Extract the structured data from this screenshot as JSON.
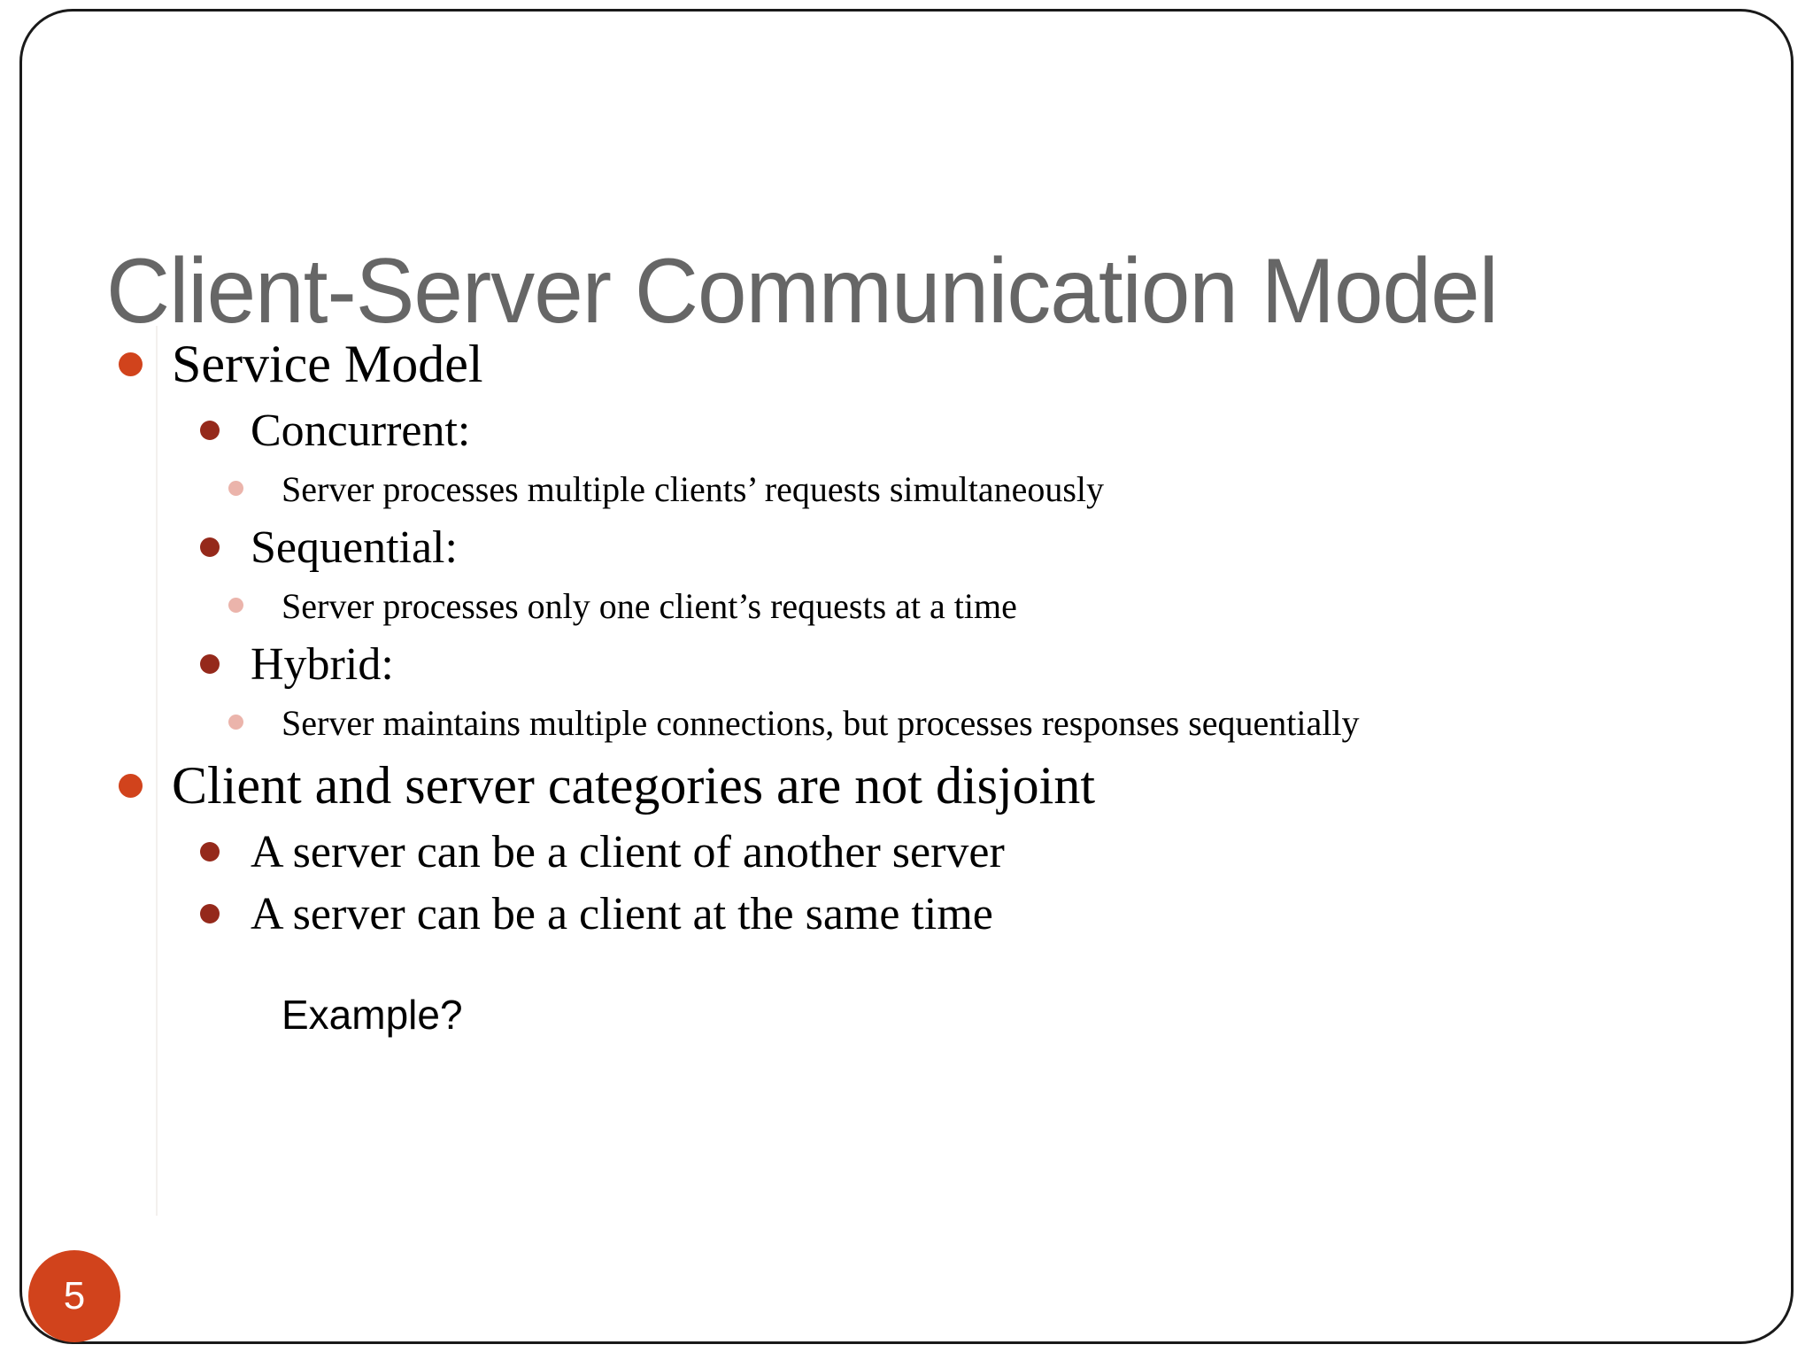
{
  "slide": {
    "title": "Client-Server Communication Model",
    "page_number": "5",
    "title_color": "#666666",
    "bullet_level1_color": "#D1431C",
    "bullet_level2_color": "#95291B",
    "bullet_level3_color": "#EBB4AB",
    "badge_color": "#D1431C",
    "body_text_color": "#000000"
  },
  "content": [
    {
      "level": 1,
      "text": "Service Model"
    },
    {
      "level": 2,
      "text": "Concurrent:"
    },
    {
      "level": 3,
      "text": "Server processes multiple clients’ requests simultaneously"
    },
    {
      "level": 2,
      "text": "Sequential:"
    },
    {
      "level": 3,
      "text": "Server processes only one client’s requests at a time"
    },
    {
      "level": 2,
      "text": "Hybrid:"
    },
    {
      "level": 3,
      "text": "Server maintains multiple connections, but processes responses sequentially"
    },
    {
      "level": 1,
      "text": "Client and server categories are not disjoint"
    },
    {
      "level": 2,
      "text": "A server can be a client of another server"
    },
    {
      "level": 2,
      "text": "A server can be a client at the same time"
    },
    {
      "level": 0,
      "text": "Example?"
    }
  ]
}
